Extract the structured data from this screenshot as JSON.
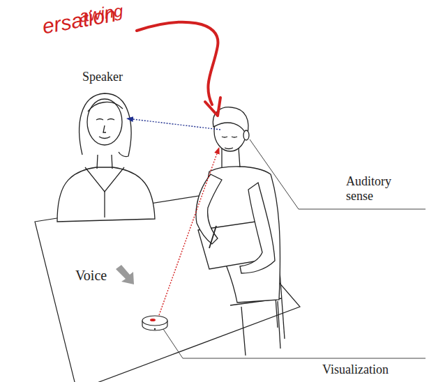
{
  "diagram": {
    "labels": [
      "awing",
      "ersation",
      "Speaker",
      "Auditory sense",
      "Voice",
      "Visualization"
    ]
  }
}
